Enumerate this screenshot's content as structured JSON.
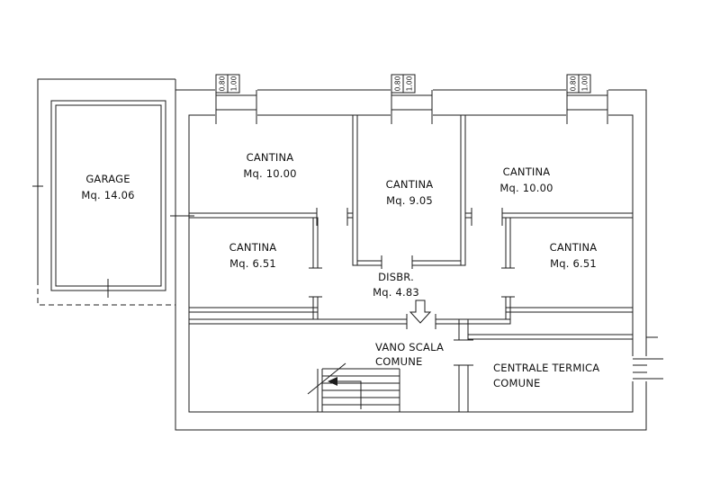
{
  "rooms": {
    "garage": {
      "name": "GARAGE",
      "area": "Mq. 14.06"
    },
    "cantina_top_left": {
      "name": "CANTINA",
      "area": "Mq. 10.00"
    },
    "cantina_top_center": {
      "name": "CANTINA",
      "area": "Mq. 9.05"
    },
    "cantina_top_right": {
      "name": "CANTINA",
      "area": "Mq. 10.00"
    },
    "cantina_mid_left": {
      "name": "CANTINA",
      "area": "Mq. 6.51"
    },
    "cantina_mid_right": {
      "name": "CANTINA",
      "area": "Mq. 6.51"
    },
    "disimpegno": {
      "name": "DISBR.",
      "area": "Mq. 4.83"
    },
    "vano_scala": {
      "line1": "VANO SCALA",
      "line2": "COMUNE"
    },
    "centrale_termica": {
      "line1": "CENTRALE TERMICA",
      "line2": "COMUNE"
    }
  },
  "windows": {
    "width_label": "0.80",
    "height_label": "1.00"
  },
  "colors": {
    "line": "#1c1c1c",
    "background": "#ffffff"
  }
}
